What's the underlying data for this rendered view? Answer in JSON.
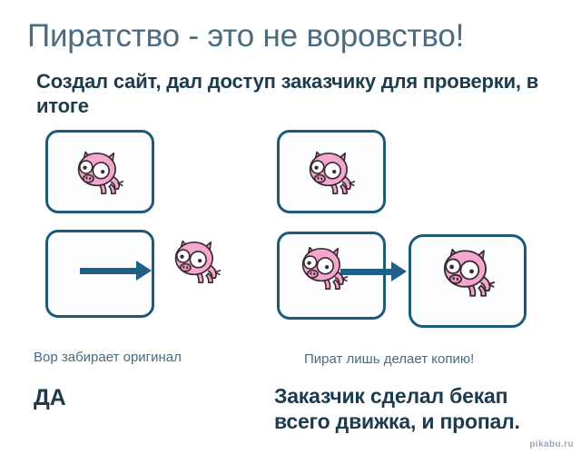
{
  "meta": {
    "colors": {
      "background": "#ffffff",
      "title_text": "#4a6b80",
      "bold_text": "#1d3b4e",
      "box_border": "#1d5a7a",
      "arrow": "#1f6088",
      "pig_body": "#f4a7cf",
      "pig_outline": "#3a2b33",
      "watermark": "#9aa9b5"
    }
  },
  "header": {
    "title": "Пиратство - это не воровство!",
    "subtitle": "Создал сайт, дал доступ заказчику для проверки, в итоге"
  },
  "panels": {
    "top_left": {
      "name": "original-before-theft",
      "contains_pig": true
    },
    "bottom_left": {
      "name": "original-after-theft",
      "contains_pig": false
    },
    "top_right": {
      "name": "original-before-copy",
      "contains_pig": true
    },
    "bottom_right": {
      "name": "original-after-copy",
      "contains_pig": true
    },
    "far_right": {
      "name": "copy-result",
      "contains_pig": true
    }
  },
  "arrows": {
    "left": {
      "name": "theft-arrow",
      "direction": "right"
    },
    "right": {
      "name": "copy-arrow",
      "direction": "right"
    }
  },
  "captions": {
    "left": "Вор забирает оригинал",
    "right": "Пират лишь делает копию!",
    "left_answer": "ДА",
    "right_conclusion": "Заказчик сделал бекап всего движка, и пропал."
  },
  "watermark": "pikabu.ru"
}
